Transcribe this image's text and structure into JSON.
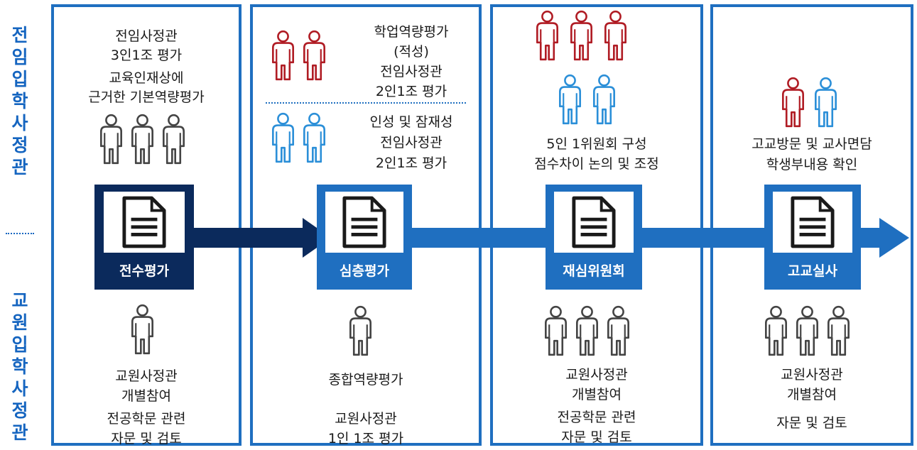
{
  "side_labels": {
    "top": [
      "전",
      "임",
      "입",
      "학",
      "사",
      "정",
      "관"
    ],
    "bottom": [
      "교",
      "원",
      "입",
      "학",
      "사",
      "정",
      "관"
    ]
  },
  "stages": [
    {
      "name": "전수평가",
      "top_text": [
        "전임사정관\n3인1조 평가",
        "교육인재상에\n근거한 기본역량평가"
      ],
      "bottom_text": [
        "교원사정관\n개별참여",
        "전공학문 관련\n자문 및 검토"
      ]
    },
    {
      "name": "심층평가",
      "top_text": [
        "학업역량평가\n(적성)\n전임사정관\n2인1조 평가",
        "인성 및 잠재성\n전임사정관\n2인1조 평가"
      ],
      "bottom_text": [
        "종합역량평가",
        "교원사정관\n1인 1조 평가"
      ]
    },
    {
      "name": "재심위원회",
      "top_text": [
        "5인 1위원회 구성\n점수차이 논의 및 조정"
      ],
      "bottom_text": [
        "교원사정관\n개별참여",
        "전공학문 관련\n자문 및 검토"
      ]
    },
    {
      "name": "고교실사",
      "top_text": [
        "고교방문 및 교사면담\n학생부내용 확인"
      ],
      "bottom_text": [
        "교원사정관\n개별참여",
        "자문 및 검토"
      ]
    }
  ],
  "colors": {
    "blue": "#1f6fc0",
    "navy": "#0b2a5c",
    "red": "#b01c24",
    "light_blue": "#2b8fd8",
    "gray": "#444444"
  },
  "icons": [
    "person-icon",
    "document-icon",
    "arrow-icon"
  ]
}
